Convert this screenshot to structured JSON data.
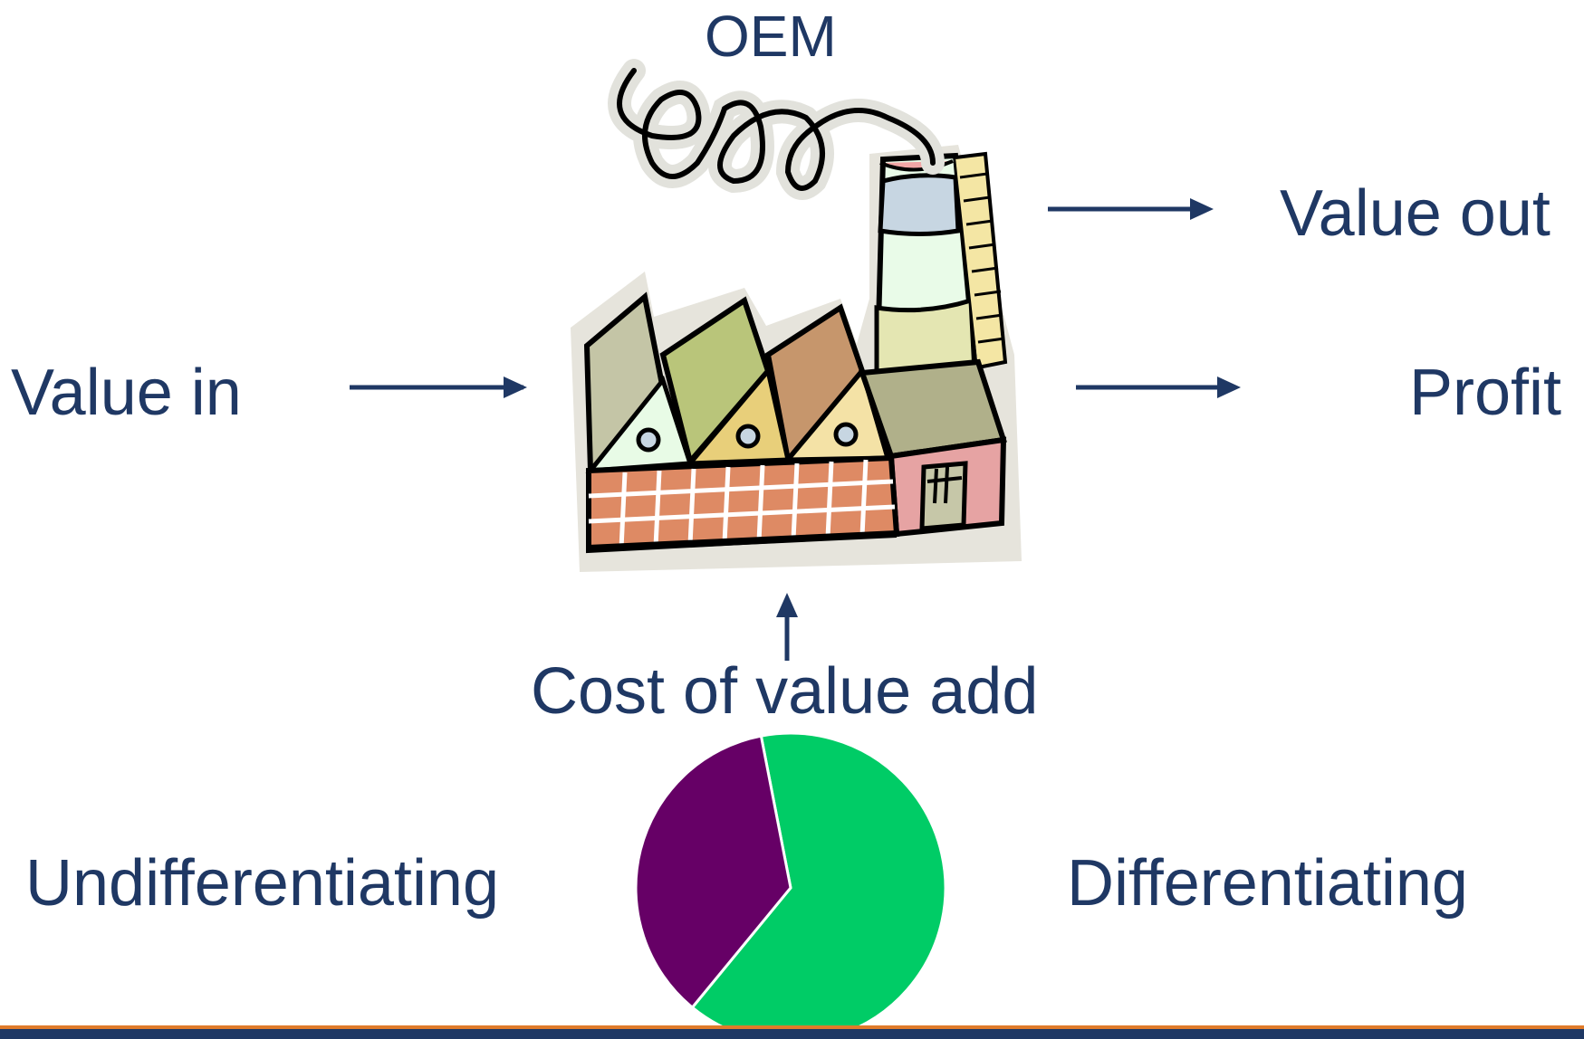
{
  "labels": {
    "oem": "OEM",
    "value_in": "Value in",
    "value_out": "Value out",
    "profit": "Profit",
    "cost_of_value_add": "Cost of value add",
    "undifferentiating": "Undifferentiating",
    "differentiating": "Differentiating"
  },
  "icons": {
    "factory": "factory-icon",
    "smoke": "smoke-icon"
  },
  "colors": {
    "text": "#1f3864",
    "arrow": "#1f3864",
    "differentiating": "#00cc66",
    "undifferentiating": "#660066",
    "footer_bar": "#1f3864",
    "footer_accent": "#e07b2a"
  },
  "chart_data": {
    "type": "pie",
    "slices": [
      {
        "label": "Differentiating",
        "value": 0.64,
        "color": "#00cc66"
      },
      {
        "label": "Undifferentiating",
        "value": 0.36,
        "color": "#660066"
      }
    ]
  }
}
